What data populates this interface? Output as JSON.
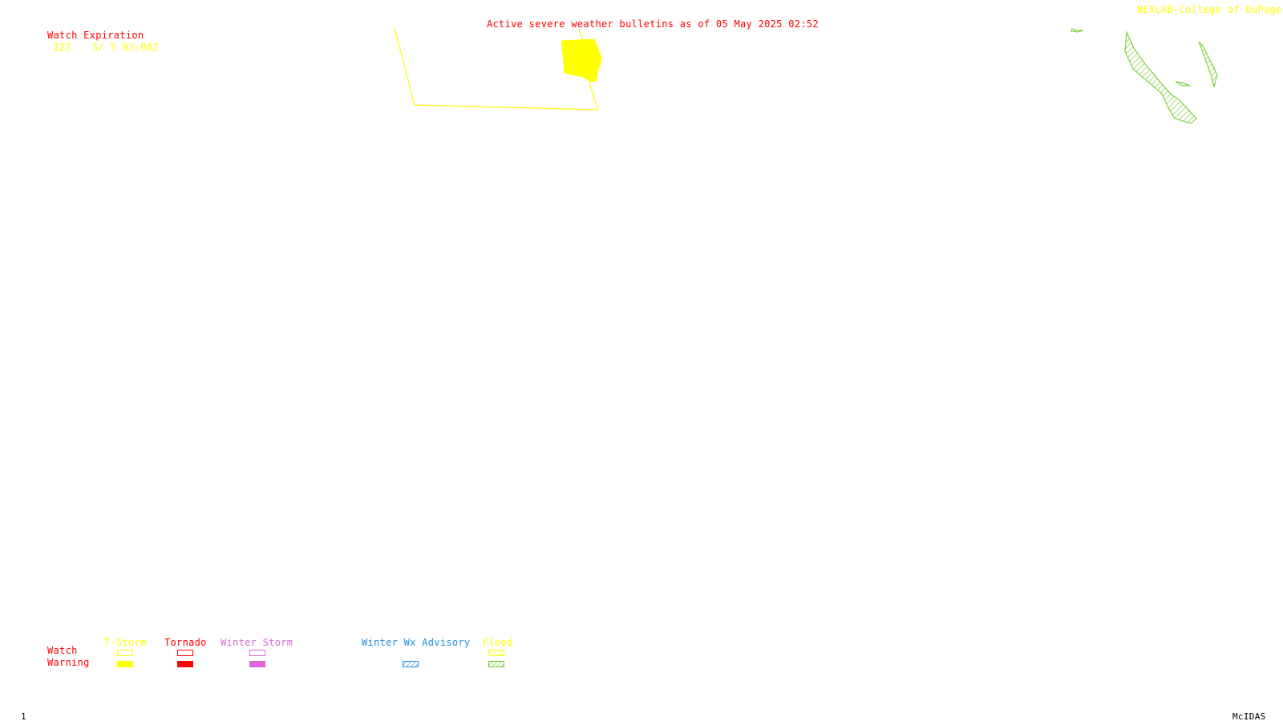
{
  "header": {
    "title": "Active severe weather bulletins as of 05 May 2025 02:52",
    "credit": "NEXLAB-College of DuPage R"
  },
  "watch_table": {
    "heading": "Watch Expiration",
    "rows": [
      {
        "number": "222",
        "expires": "5/ 5 03:00Z"
      }
    ]
  },
  "legend": {
    "row_labels": {
      "watch": "Watch",
      "warning": "Warning"
    },
    "categories": [
      {
        "name": "T-Storm",
        "color": "#ffff00",
        "watch_style": "outline",
        "warning_style": "solid"
      },
      {
        "name": "Tornado",
        "color": "#ff0000",
        "watch_style": "outline",
        "warning_style": "solid"
      },
      {
        "name": "Winter Storm",
        "color": "#dd66dd",
        "watch_style": "outline",
        "warning_style": "solid"
      },
      {
        "name": "Winter Wx Advisory",
        "color": "#1e90dd",
        "watch_style": "none",
        "warning_style": "hatched"
      },
      {
        "name": "Flood",
        "color": "#ffff00",
        "warning_color": "#66cc22",
        "watch_style": "hatched",
        "warning_style": "hatched"
      }
    ]
  },
  "footer": {
    "frame_number": "1",
    "software": "McIDAS"
  },
  "colors": {
    "title_red": "#ff0000",
    "tstorm_yellow": "#ffff00",
    "flood_green": "#66cc22",
    "winter_violet": "#dd66dd",
    "advisory_blue": "#1e90dd",
    "background": "#ffffff"
  },
  "map_features": [
    {
      "kind": "tstorm-watch-outline",
      "watch_number": "222",
      "style": "outline",
      "color": "#ffff00"
    },
    {
      "kind": "tstorm-warning-polygon",
      "style": "solid",
      "color": "#ffff00"
    },
    {
      "kind": "flood-warning-polygon",
      "style": "hatched",
      "color": "#66cc22"
    }
  ]
}
